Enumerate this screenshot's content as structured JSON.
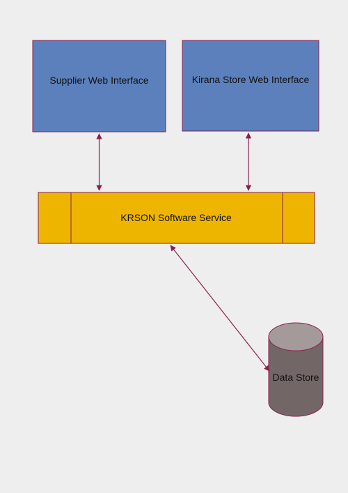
{
  "diagram": {
    "nodes": {
      "supplier": {
        "label": "Supplier Web Interface"
      },
      "kirana": {
        "label": "Kirana Store Web Interface"
      },
      "service": {
        "label": "KRSON Software Service"
      },
      "datastore": {
        "label": "Data Store"
      }
    },
    "edges": [
      {
        "from": "supplier",
        "to": "service",
        "direction": "bidirectional"
      },
      {
        "from": "kirana",
        "to": "service",
        "direction": "bidirectional"
      },
      {
        "from": "service",
        "to": "datastore",
        "direction": "bidirectional"
      }
    ],
    "colors": {
      "interface_fill": "#5b80bc",
      "interface_stroke": "#8a2050",
      "service_fill": "#eeb500",
      "service_stroke": "#8a2050",
      "datastore_body": "#726766",
      "datastore_top": "#a39a99",
      "connector": "#8a2050",
      "background": "#eeeeee"
    }
  }
}
